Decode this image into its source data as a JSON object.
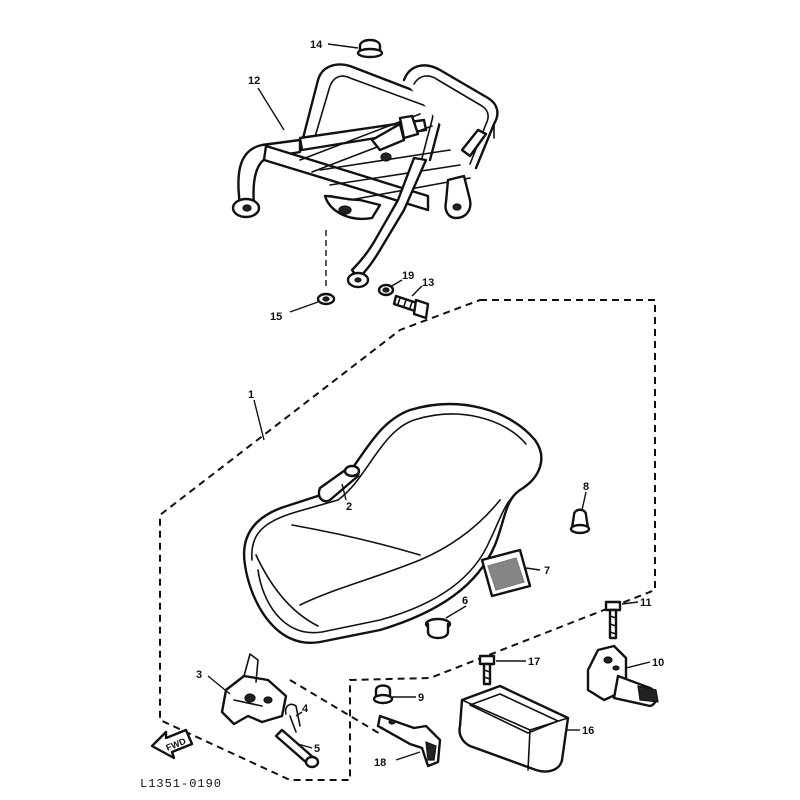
{
  "callouts": {
    "c1": "1",
    "c2": "2",
    "c3": "3",
    "c4": "4",
    "c5": "5",
    "c6": "6",
    "c7": "7",
    "c8": "8",
    "c9": "9",
    "c10": "10",
    "c11": "11",
    "c12": "12",
    "c13": "13",
    "c14": "14",
    "c15": "15",
    "c16": "16",
    "c17": "17",
    "c18": "18",
    "c19": "19"
  },
  "fwd_label": "FWD",
  "diagram_code": "L1351-0190"
}
